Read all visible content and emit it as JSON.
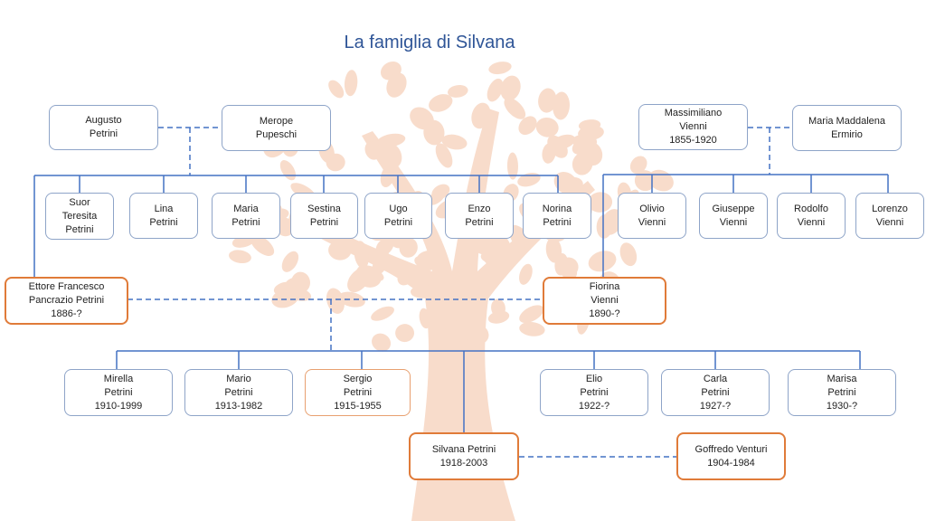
{
  "title": "La famiglia di Silvana",
  "colors": {
    "line": "#4472c4",
    "box_border": "#8ea4c8",
    "highlight": "#e07b39",
    "tree": "#f8dccb"
  },
  "people": {
    "augusto": [
      "Augusto",
      "Petrini"
    ],
    "merope": [
      "Merope",
      "Pupeschi"
    ],
    "massimiliano": [
      "Massimiliano",
      "Vienni",
      "1855-1920"
    ],
    "maria_maddalena": [
      "Maria Maddalena",
      "Ermirio"
    ],
    "suor_teresita": [
      "Suor",
      "Teresita",
      "Petrini"
    ],
    "lina": [
      "Lina",
      "Petrini"
    ],
    "maria": [
      "Maria",
      "Petrini"
    ],
    "sestina": [
      "Sestina",
      "Petrini"
    ],
    "ugo": [
      "Ugo",
      "Petrini"
    ],
    "enzo": [
      "Enzo",
      "Petrini"
    ],
    "norina": [
      "Norina",
      "Petrini"
    ],
    "olivio": [
      "Olivio",
      "Vienni"
    ],
    "giuseppe": [
      "Giuseppe",
      "Vienni"
    ],
    "rodolfo": [
      "Rodolfo",
      "Vienni"
    ],
    "lorenzo": [
      "Lorenzo",
      "Vienni"
    ],
    "ettore": [
      "Ettore Francesco",
      "Pancrazio Petrini",
      "1886-?"
    ],
    "fiorina": [
      "Fiorina",
      "Vienni",
      "1890-?"
    ],
    "mirella": [
      "Mirella",
      "Petrini",
      "1910-1999"
    ],
    "mario": [
      "Mario",
      "Petrini",
      "1913-1982"
    ],
    "sergio": [
      "Sergio",
      "Petrini",
      "1915-1955"
    ],
    "elio": [
      "Elio",
      "Petrini",
      "1922-?"
    ],
    "carla": [
      "Carla",
      "Petrini",
      "1927-?"
    ],
    "marisa": [
      "Marisa",
      "Petrini",
      "1930-?"
    ],
    "silvana": [
      "Silvana Petrini",
      "1918-2003"
    ],
    "goffredo": [
      "Goffredo Venturi",
      "1904-1984"
    ]
  }
}
